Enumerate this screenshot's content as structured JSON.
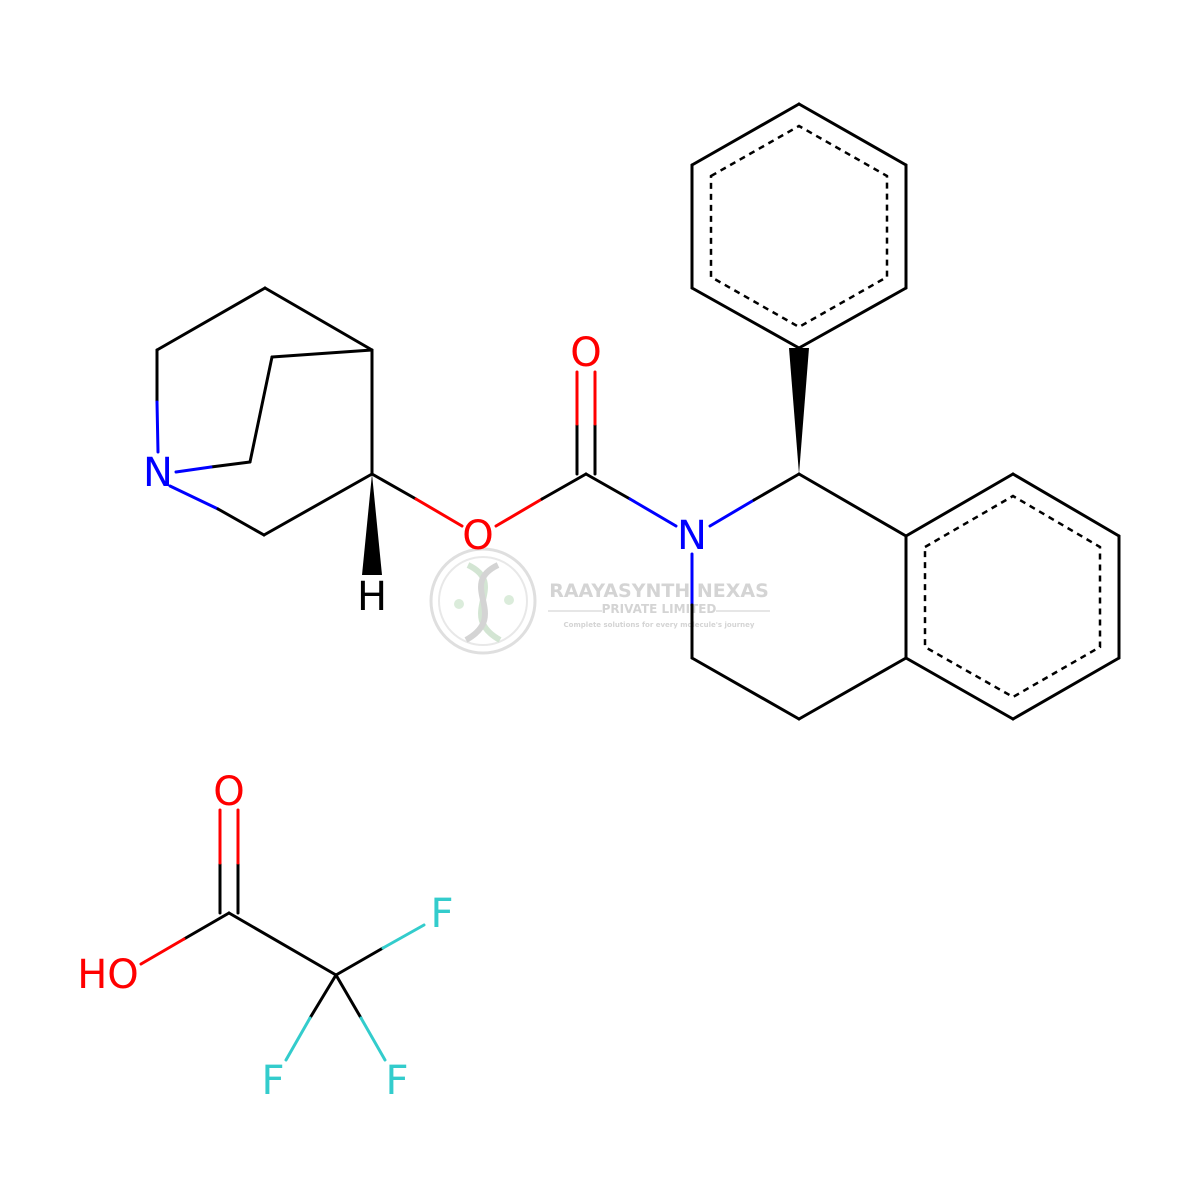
{
  "diagram": {
    "atom_labels": {
      "n1": "N",
      "o1": "O",
      "h1": "H",
      "o2": "O",
      "n2": "N",
      "o3": "O",
      "ho": "HO",
      "f1": "F",
      "f2": "F",
      "f3": "F"
    },
    "element_colors": {
      "carbon": "#000000",
      "nitrogen": "#0000ff",
      "oxygen": "#ff0000",
      "fluorine": "#33cccc",
      "hydrogen": "#000000"
    },
    "watermark": {
      "name": "RAAYASYNTH NEXAS",
      "subtitle": "PRIVATE LIMITED",
      "tagline": "Complete solutions for every molecule's journey",
      "color": "#d4d4d4"
    }
  }
}
